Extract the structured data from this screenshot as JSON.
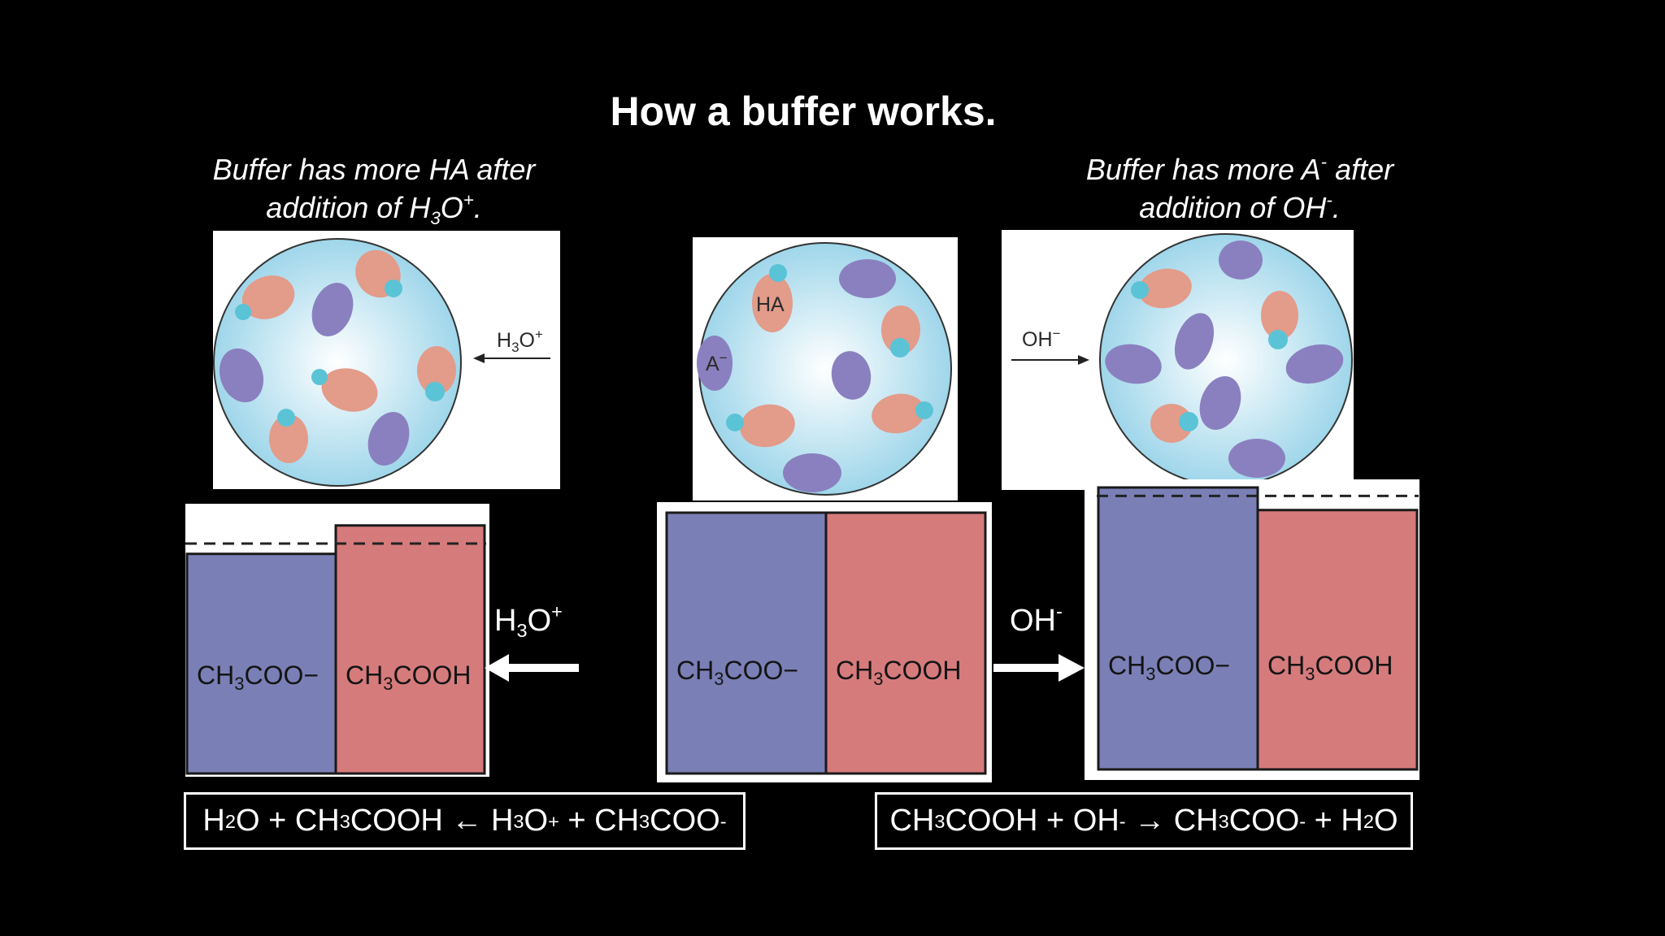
{
  "title": "How a buffer works.",
  "captions": {
    "left": {
      "line1": "Buffer has more HA after",
      "line2_pre": "addition of H",
      "line2_sub": "3",
      "line2_mid": "O",
      "line2_sup": "+",
      "line2_post": "."
    },
    "right": {
      "line1_pre": "Buffer has more A",
      "line1_sup": "-",
      "line1_post": " after",
      "line2_pre": "addition of OH",
      "line2_sup": "-",
      "line2_post": "."
    }
  },
  "beakers": {
    "left_arrow_label": "H3O+",
    "right_arrow_label": "OH−",
    "ha_label": "HA",
    "a_label": "A−"
  },
  "bars": {
    "acetate_label": "CH3COO−",
    "acid_label": "CH3COOH",
    "left": {
      "acetate_level": 0.85,
      "acid_level": 0.96,
      "reference_level": 0.89
    },
    "middle": {
      "acetate_level": 1.0,
      "acid_level": 1.0
    },
    "right": {
      "acetate_level": 1.0,
      "acid_level": 0.92,
      "reference_level": 0.97
    }
  },
  "side_labels": {
    "h3o_pre": "H",
    "h3o_sub": "3",
    "h3o_mid": "O",
    "h3o_sup": "+",
    "oh_pre": "OH",
    "oh_sup": "-"
  },
  "equations": {
    "left": {
      "p1": "H",
      "s1": "2",
      "p2": "O + CH",
      "s2": "3",
      "p3": "COOH ← H",
      "s3": "3",
      "p4": "O",
      "sup1": "+",
      "p5": " + CH",
      "s4": "3",
      "p6": "COO",
      "sup2": "-"
    },
    "right": {
      "p1": "CH",
      "s1": "3",
      "p2": "COOH + OH",
      "sup1": "-",
      "p3": " → CH",
      "s2": "3",
      "p4": "COO",
      "sup2": "-",
      "p5": " + H",
      "s3": "2",
      "p6": "O"
    }
  },
  "colors": {
    "background": "#000000",
    "acetate_bar": "#7a80b6",
    "acid_bar": "#d67b7c",
    "molecule_purple": "#8a80bf",
    "molecule_salmon": "#e39b8a",
    "proton_cyan": "#5bc3d6",
    "beaker_fill": "#bfe6f2"
  }
}
